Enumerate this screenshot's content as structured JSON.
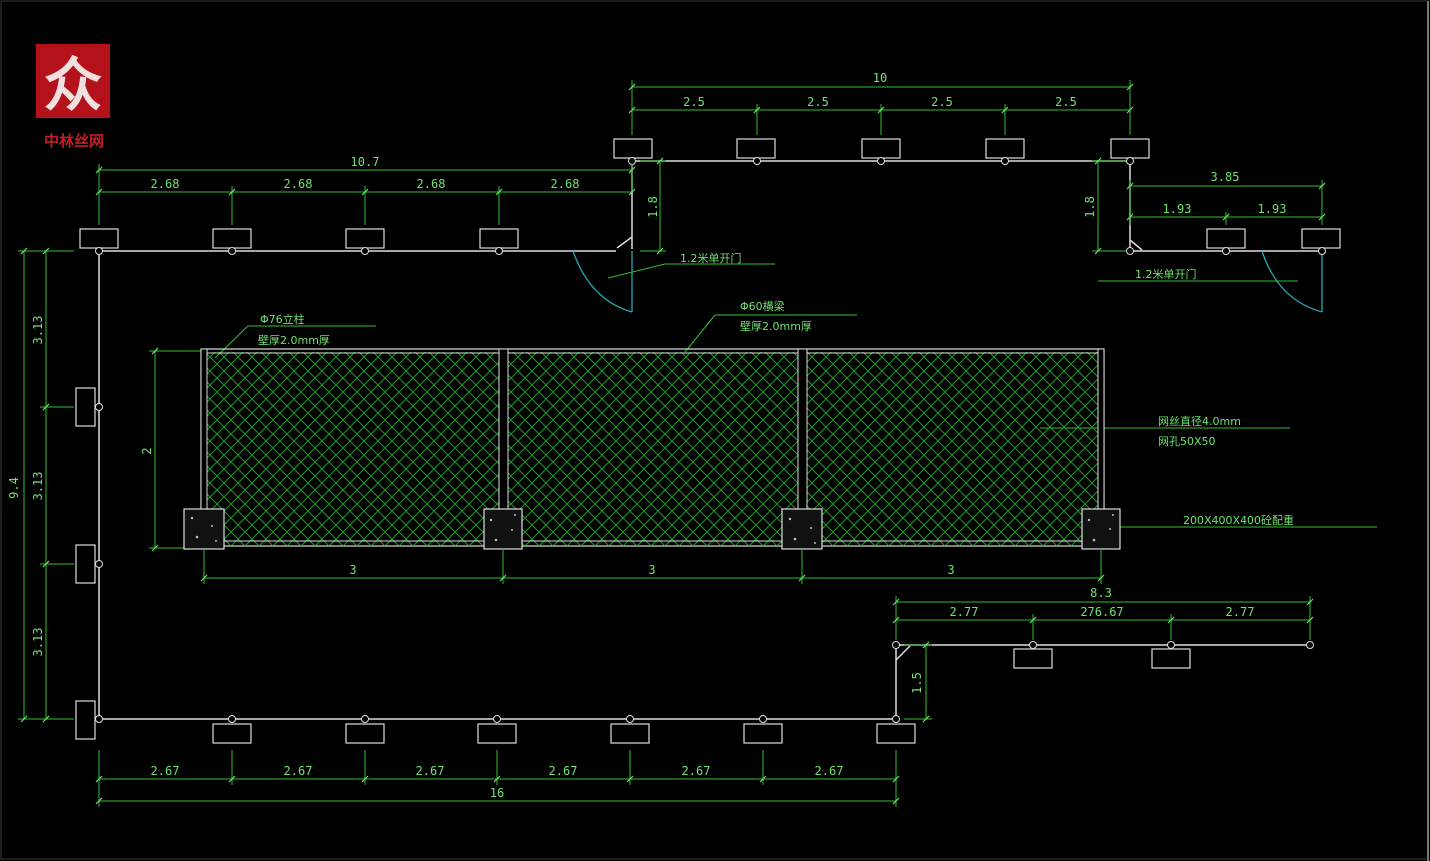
{
  "logo": {
    "glyph": "众",
    "brand": "中林丝网",
    "color": "#b3121a"
  },
  "colors": {
    "background": "#000000",
    "dimension": "#2fbf2f",
    "fence_line": "#dddddd",
    "door_arc": "#25a8b8"
  },
  "dims": {
    "top_total": "10",
    "top_segs": [
      "2.5",
      "2.5",
      "2.5",
      "2.5"
    ],
    "upper_left_total": "10.7",
    "upper_left_segs": [
      "2.68",
      "2.68",
      "2.68",
      "2.68"
    ],
    "left_vertical_offset": "1.8",
    "right_vertical_offset": "1.8",
    "upper_right_total": "3.85",
    "upper_right_segs": [
      "1.93",
      "1.93"
    ],
    "left_total": "9.4",
    "left_segs": [
      "3.13",
      "3.13",
      "3.13"
    ],
    "fence_height": "2",
    "fence_panels": [
      "3",
      "3",
      "3"
    ],
    "lower_right_total": "8.3",
    "lower_right_segs": [
      "2.77",
      "276.67",
      "2.77"
    ],
    "lower_right_vertical": "1.5",
    "bottom_segs": [
      "2.67",
      "2.67",
      "2.67",
      "2.67",
      "2.67",
      "2.67"
    ],
    "bottom_total": "16"
  },
  "notes": {
    "door_left": "1.2米单开门",
    "door_right": "1.2米单开门",
    "post_spec_1": "Φ76立柱",
    "post_spec_2": "壁厚2.0mm厚",
    "rail_spec_1": "Φ60横梁",
    "rail_spec_2": "壁厚2.0mm厚",
    "mesh_spec_1": "网丝直径4.0mm",
    "mesh_spec_2": "网孔50X50",
    "foundation_spec": "200X400X400砼配重"
  }
}
